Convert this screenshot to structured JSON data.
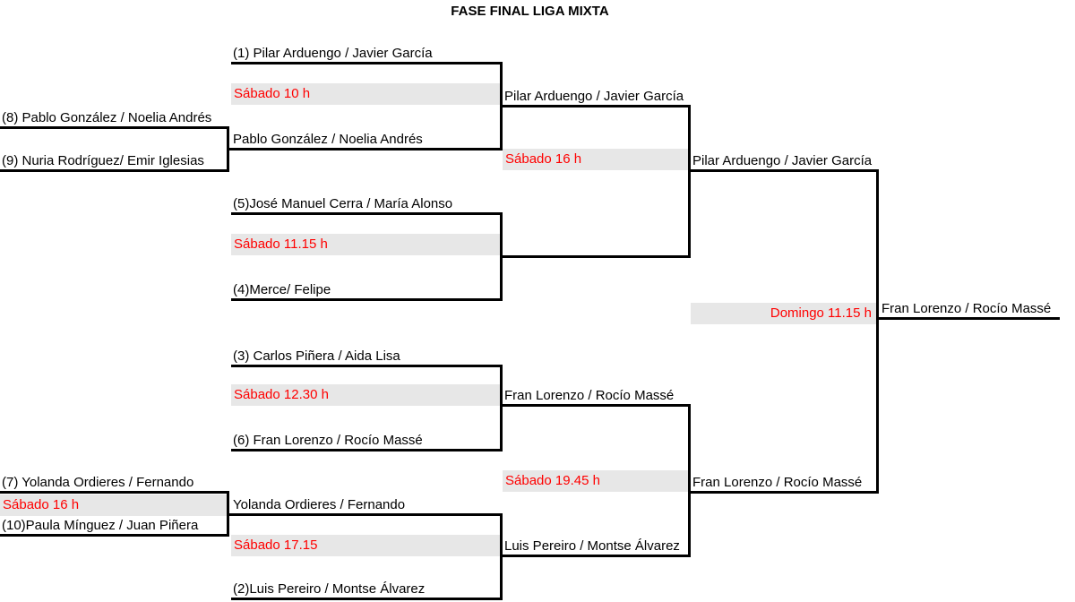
{
  "title": "FASE FINAL LIGA MIXTA",
  "colors": {
    "schedule_text": "#FF0000",
    "schedule_bg": "#E7E7E7",
    "line": "#000000",
    "background": "#FFFFFF",
    "text": "#000000"
  },
  "matches": {
    "prelim1": {
      "team_top": "(8) Pablo González / Noelia Andrés",
      "team_bottom": "(9) Nuria Rodríguez/ Emir Iglesias",
      "winner": "Pablo González / Noelia Andrés"
    },
    "prelim2": {
      "team_top": "(7) Yolanda Ordieres / Fernando",
      "schedule": "Sábado 16 h",
      "team_bottom": "(10)Paula Mínguez / Juan Piñera",
      "winner": "Yolanda Ordieres / Fernando"
    },
    "qf1": {
      "team_top": "(1) Pilar Arduengo / Javier García",
      "schedule": "Sábado 10 h",
      "winner": "Pilar Arduengo / Javier García"
    },
    "qf2": {
      "team_top": "(5)José Manuel Cerra / María Alonso",
      "schedule": "Sábado 11.15 h",
      "team_bottom": "(4)Merce/ Felipe"
    },
    "qf3": {
      "team_top": "(3) Carlos Piñera / Aida Lisa",
      "schedule": "Sábado 12.30 h",
      "team_bottom": "(6) Fran Lorenzo / Rocío Massé",
      "winner": "Fran Lorenzo / Rocío Massé"
    },
    "qf4": {
      "schedule": "Sábado 17.15",
      "team_bottom": "(2)Luis Pereiro / Montse Álvarez",
      "winner": "Luis Pereiro / Montse Álvarez"
    },
    "sf1": {
      "schedule": "Sábado 16 h",
      "winner": "Pilar Arduengo / Javier García"
    },
    "sf2": {
      "schedule": "Sábado 19.45 h",
      "winner": "Fran Lorenzo / Rocío Massé"
    },
    "final": {
      "schedule": "Domingo 11.15 h",
      "champion": "Fran Lorenzo / Rocío Massé"
    }
  }
}
